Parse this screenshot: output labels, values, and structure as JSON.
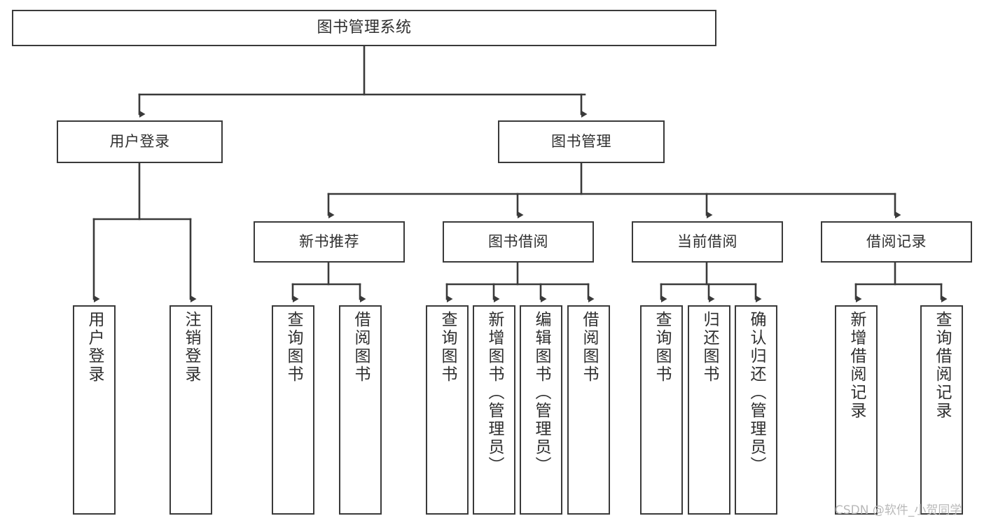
{
  "diagram": {
    "title": "图书管理系统",
    "type": "tree",
    "accent_color": "#3a3a3a",
    "text_color": "#2f2f2f",
    "background_color": "#ffffff",
    "watermark": "CSDN @软件_小贺同学"
  },
  "nodes": {
    "root": {
      "label": "图书管理系统"
    },
    "level2": [
      {
        "label": "用户登录"
      },
      {
        "label": "图书管理"
      }
    ],
    "level3": [
      {
        "label": "新书推荐"
      },
      {
        "label": "图书借阅"
      },
      {
        "label": "当前借阅"
      },
      {
        "label": "借阅记录"
      }
    ],
    "leaves": {
      "user_login": [
        {
          "label": "用户登录"
        },
        {
          "label": "注销登录"
        }
      ],
      "new_book": [
        {
          "label": "查询图书"
        },
        {
          "label": "借阅图书"
        }
      ],
      "book_borrow": [
        {
          "label": "查询图书"
        },
        {
          "label": "新增图书（管理员）"
        },
        {
          "label": "编辑图书（管理员）"
        },
        {
          "label": "借阅图书"
        }
      ],
      "current_borrow": [
        {
          "label": "查询图书"
        },
        {
          "label": "归还图书"
        },
        {
          "label": "确认归还（管理员）"
        }
      ],
      "borrow_record": [
        {
          "label": "新增借阅记录"
        },
        {
          "label": "查询借阅记录"
        }
      ]
    }
  }
}
